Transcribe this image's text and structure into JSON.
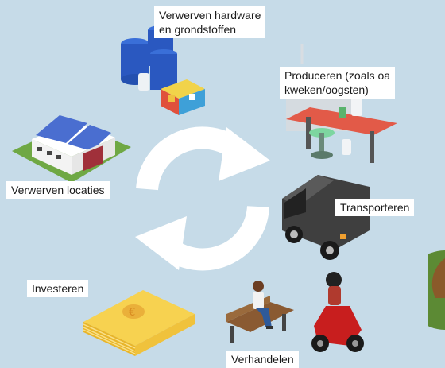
{
  "labels": {
    "hardware": [
      "Verwerven hardware",
      "en grondstoffen"
    ],
    "produceren": [
      "Produceren (zoals oa",
      "kweken/oogsten)"
    ],
    "locaties": "Verwerven locaties",
    "transporteren": "Transporteren",
    "investeren": "Investeren",
    "verhandelen": "Verhandelen"
  },
  "icons": {
    "cycle": "recycle-arrows-icon",
    "barrels": "barrels-and-crates-icon",
    "lab": "lab-table-icon",
    "warehouse": "warehouse-icon",
    "van": "van-icon",
    "money": "euro-banknotes-icon",
    "bench": "person-on-bench-icon",
    "scooter": "motor-scooter-icon"
  },
  "colors": {
    "background": "#c6dbe8",
    "arrows": "#ffffff",
    "labelBg": "#ffffff",
    "money": "#f2c232",
    "lab": "#e05a4a",
    "van": "#3f3f3f"
  }
}
